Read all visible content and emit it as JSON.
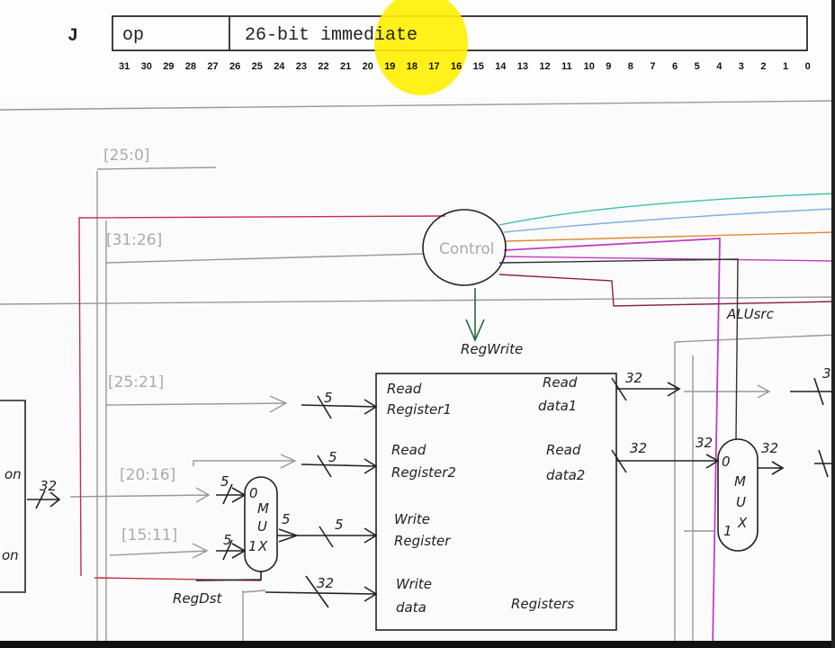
{
  "format_table": {
    "row_label": "J",
    "fields": [
      "op",
      "26-bit immediate"
    ],
    "bit_numbers": [
      "31",
      "30",
      "29",
      "28",
      "27",
      "26",
      "25",
      "24",
      "23",
      "22",
      "21",
      "20",
      "19",
      "18",
      "17",
      "16",
      "15",
      "14",
      "13",
      "12",
      "11",
      "10",
      "9",
      "8",
      "7",
      "6",
      "5",
      "4",
      "3",
      "2",
      "1",
      "0"
    ]
  },
  "diagram": {
    "field_labels": {
      "imm": "[25:0]",
      "op": "[31:26]",
      "rs": "[25:21]",
      "rt": "[20:16]",
      "rd": "[15:11]"
    },
    "control_label": "Control",
    "signals": {
      "regwrite": "RegWrite",
      "alusrc": "ALUsrc",
      "regdst": "RegDst"
    },
    "register_file": {
      "read_reg1": [
        "Read",
        "Register1"
      ],
      "read_reg2": [
        "Read",
        "Register2"
      ],
      "write_reg": [
        "Write",
        "Register"
      ],
      "write_data": [
        "Write",
        "data"
      ],
      "read_data1": [
        "Read",
        "data1"
      ],
      "read_data2": [
        "Read",
        "data2"
      ],
      "title": "Registers"
    },
    "mux_left": {
      "in0": "0",
      "in1": "1",
      "letters": [
        "M",
        "U",
        "X"
      ]
    },
    "mux_right": {
      "in0": "0",
      "in1": "1",
      "letters": [
        "M",
        "U",
        "X"
      ]
    },
    "bus_widths": {
      "rs": "5",
      "rt": "5",
      "mux_in0": "5",
      "mux_in1": "5",
      "mux_out": "5",
      "wreg": "5",
      "wdata": "32",
      "instr": "32",
      "rd1": "32",
      "rd2": "32",
      "alu_b_in": "32",
      "alu_b_out": "32",
      "cut1": "3"
    },
    "instr_mem_partial": [
      "on",
      "on"
    ],
    "wire_colors": [
      "#c0304a",
      "#3fbfb0",
      "#7fb0e0",
      "#e08a30",
      "#c040c0",
      "#8a2050",
      "#888888"
    ]
  }
}
